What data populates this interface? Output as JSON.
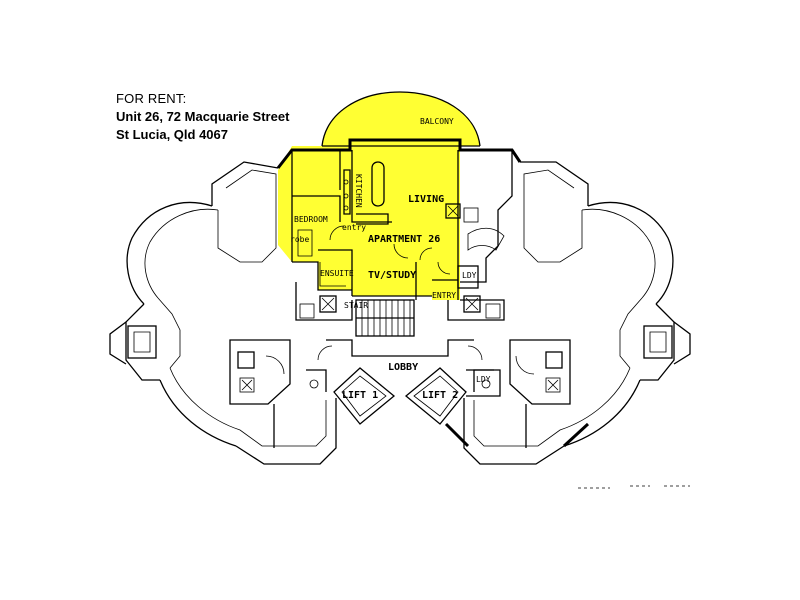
{
  "listing": {
    "line1": "FOR RENT:",
    "line2": "Unit 26, 72 Macquarie Street",
    "line3": "St Lucia, Qld 4067"
  },
  "plan": {
    "highlight_color": "#ffff33",
    "labels": {
      "balcony": "BALCONY",
      "kitchen": "KITCHEN",
      "living": "LIVING",
      "bedroom": "BEDROOM",
      "robe": "robe",
      "entry_inner": "entry",
      "apartment": "APARTMENT 26",
      "ensuite": "ENSUITE",
      "study": "TV/STUDY",
      "ldy_right": "LDY",
      "entry": "ENTRY",
      "stair": "STAIR",
      "lobby": "LOBBY",
      "lift1": "LIFT 1",
      "lift2": "LIFT 2",
      "ldy_lower": "LDY"
    }
  }
}
